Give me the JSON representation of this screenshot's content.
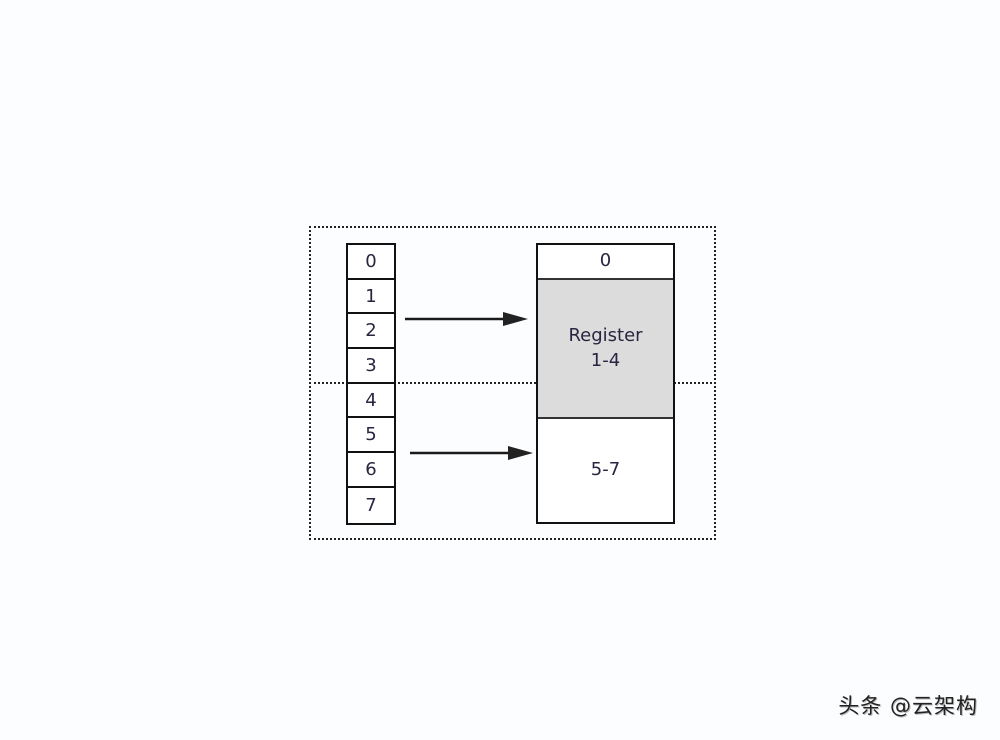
{
  "diagram": {
    "type": "register-mapping",
    "index_slots": [
      "0",
      "1",
      "2",
      "3",
      "4",
      "5",
      "6",
      "7"
    ],
    "registers": [
      {
        "label": "0",
        "fill": "#ffffff"
      },
      {
        "label_line1": "Register",
        "label_line2": "1-4",
        "fill": "#dcdcdc"
      },
      {
        "label": "5-7",
        "fill": "#ffffff"
      }
    ],
    "arrows": [
      {
        "from_slot": "2",
        "to_block": "Register 1-4"
      },
      {
        "from_slot": "6",
        "to_block": "5-7"
      }
    ],
    "groups": [
      {
        "description": "upper dotted region",
        "slots": [
          "0",
          "1",
          "2",
          "3"
        ]
      },
      {
        "description": "lower dotted region",
        "slots": [
          "4",
          "5",
          "6",
          "7"
        ]
      }
    ]
  },
  "watermark": {
    "text": "头条 @云架构"
  }
}
